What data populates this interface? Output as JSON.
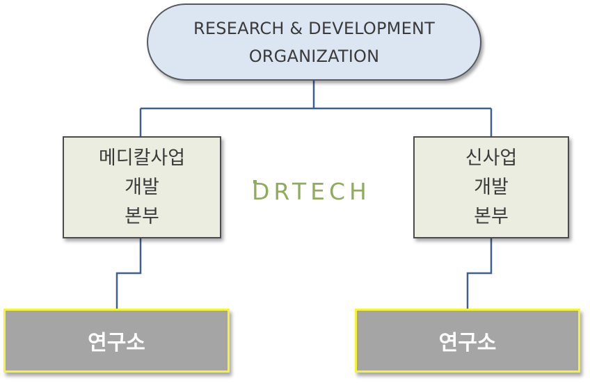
{
  "diagram": {
    "type": "org-chart",
    "root": {
      "lines": [
        "RESEARCH & DEVELOPMENT",
        "ORGANIZATION"
      ]
    },
    "logo": {
      "text": "DRTECH",
      "color": "#8fab5c"
    },
    "divisions": [
      {
        "lines": [
          "메디칼사업",
          "개발",
          "본부"
        ],
        "child": {
          "label": "연구소"
        }
      },
      {
        "lines": [
          "신사업",
          "개발",
          "본부"
        ],
        "child": {
          "label": "연구소"
        }
      }
    ],
    "colors": {
      "root_fill": "#dce6f2",
      "division_fill": "#ebede0",
      "lab_fill": "#a5a5a5",
      "lab_border": "#f5f533",
      "connector": "#3f5f8f",
      "box_border": "#4b4b4b"
    }
  }
}
